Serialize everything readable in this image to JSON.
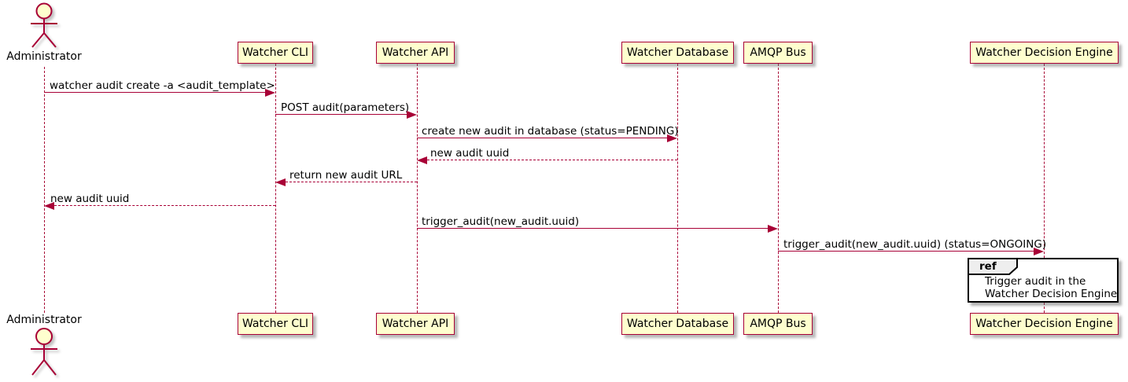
{
  "diagram": {
    "type": "plantuml-sequence",
    "colors": {
      "participant_fill": "#FEFECE",
      "participant_border": "#A80036",
      "arrow_line": "#A80036",
      "lifeline": "#A80036",
      "text": "#000000",
      "ref_fill": "#FFFFFF",
      "ref_tab_fill": "#EEEEEE",
      "ref_border": "#000000"
    },
    "actor": {
      "name": "Administrator"
    },
    "participants": [
      {
        "name": "Watcher CLI"
      },
      {
        "name": "Watcher API"
      },
      {
        "name": "Watcher Database"
      },
      {
        "name": "AMQP Bus"
      },
      {
        "name": "Watcher Decision Engine"
      }
    ],
    "messages": [
      {
        "from": "Administrator",
        "to": "Watcher CLI",
        "style": "solid",
        "label": "watcher audit create -a <audit_template>"
      },
      {
        "from": "Watcher CLI",
        "to": "Watcher API",
        "style": "solid",
        "label": "POST audit(parameters)"
      },
      {
        "from": "Watcher API",
        "to": "Watcher Database",
        "style": "solid",
        "label": "create new audit in database (status=PENDING)"
      },
      {
        "from": "Watcher Database",
        "to": "Watcher API",
        "style": "dashed",
        "label": "new audit uuid"
      },
      {
        "from": "Watcher API",
        "to": "Watcher CLI",
        "style": "dashed",
        "label": "return new audit URL"
      },
      {
        "from": "Watcher CLI",
        "to": "Administrator",
        "style": "dashed",
        "label": "new audit uuid"
      },
      {
        "from": "Watcher API",
        "to": "AMQP Bus",
        "style": "solid",
        "label": "trigger_audit(new_audit.uuid)"
      },
      {
        "from": "AMQP Bus",
        "to": "Watcher Decision Engine",
        "style": "solid",
        "label": "trigger_audit(new_audit.uuid) (status=ONGOING)"
      }
    ],
    "ref": {
      "keyword": "ref",
      "over": "Watcher Decision Engine",
      "lines": [
        "Trigger audit in the",
        "Watcher Decision Engine"
      ]
    }
  }
}
